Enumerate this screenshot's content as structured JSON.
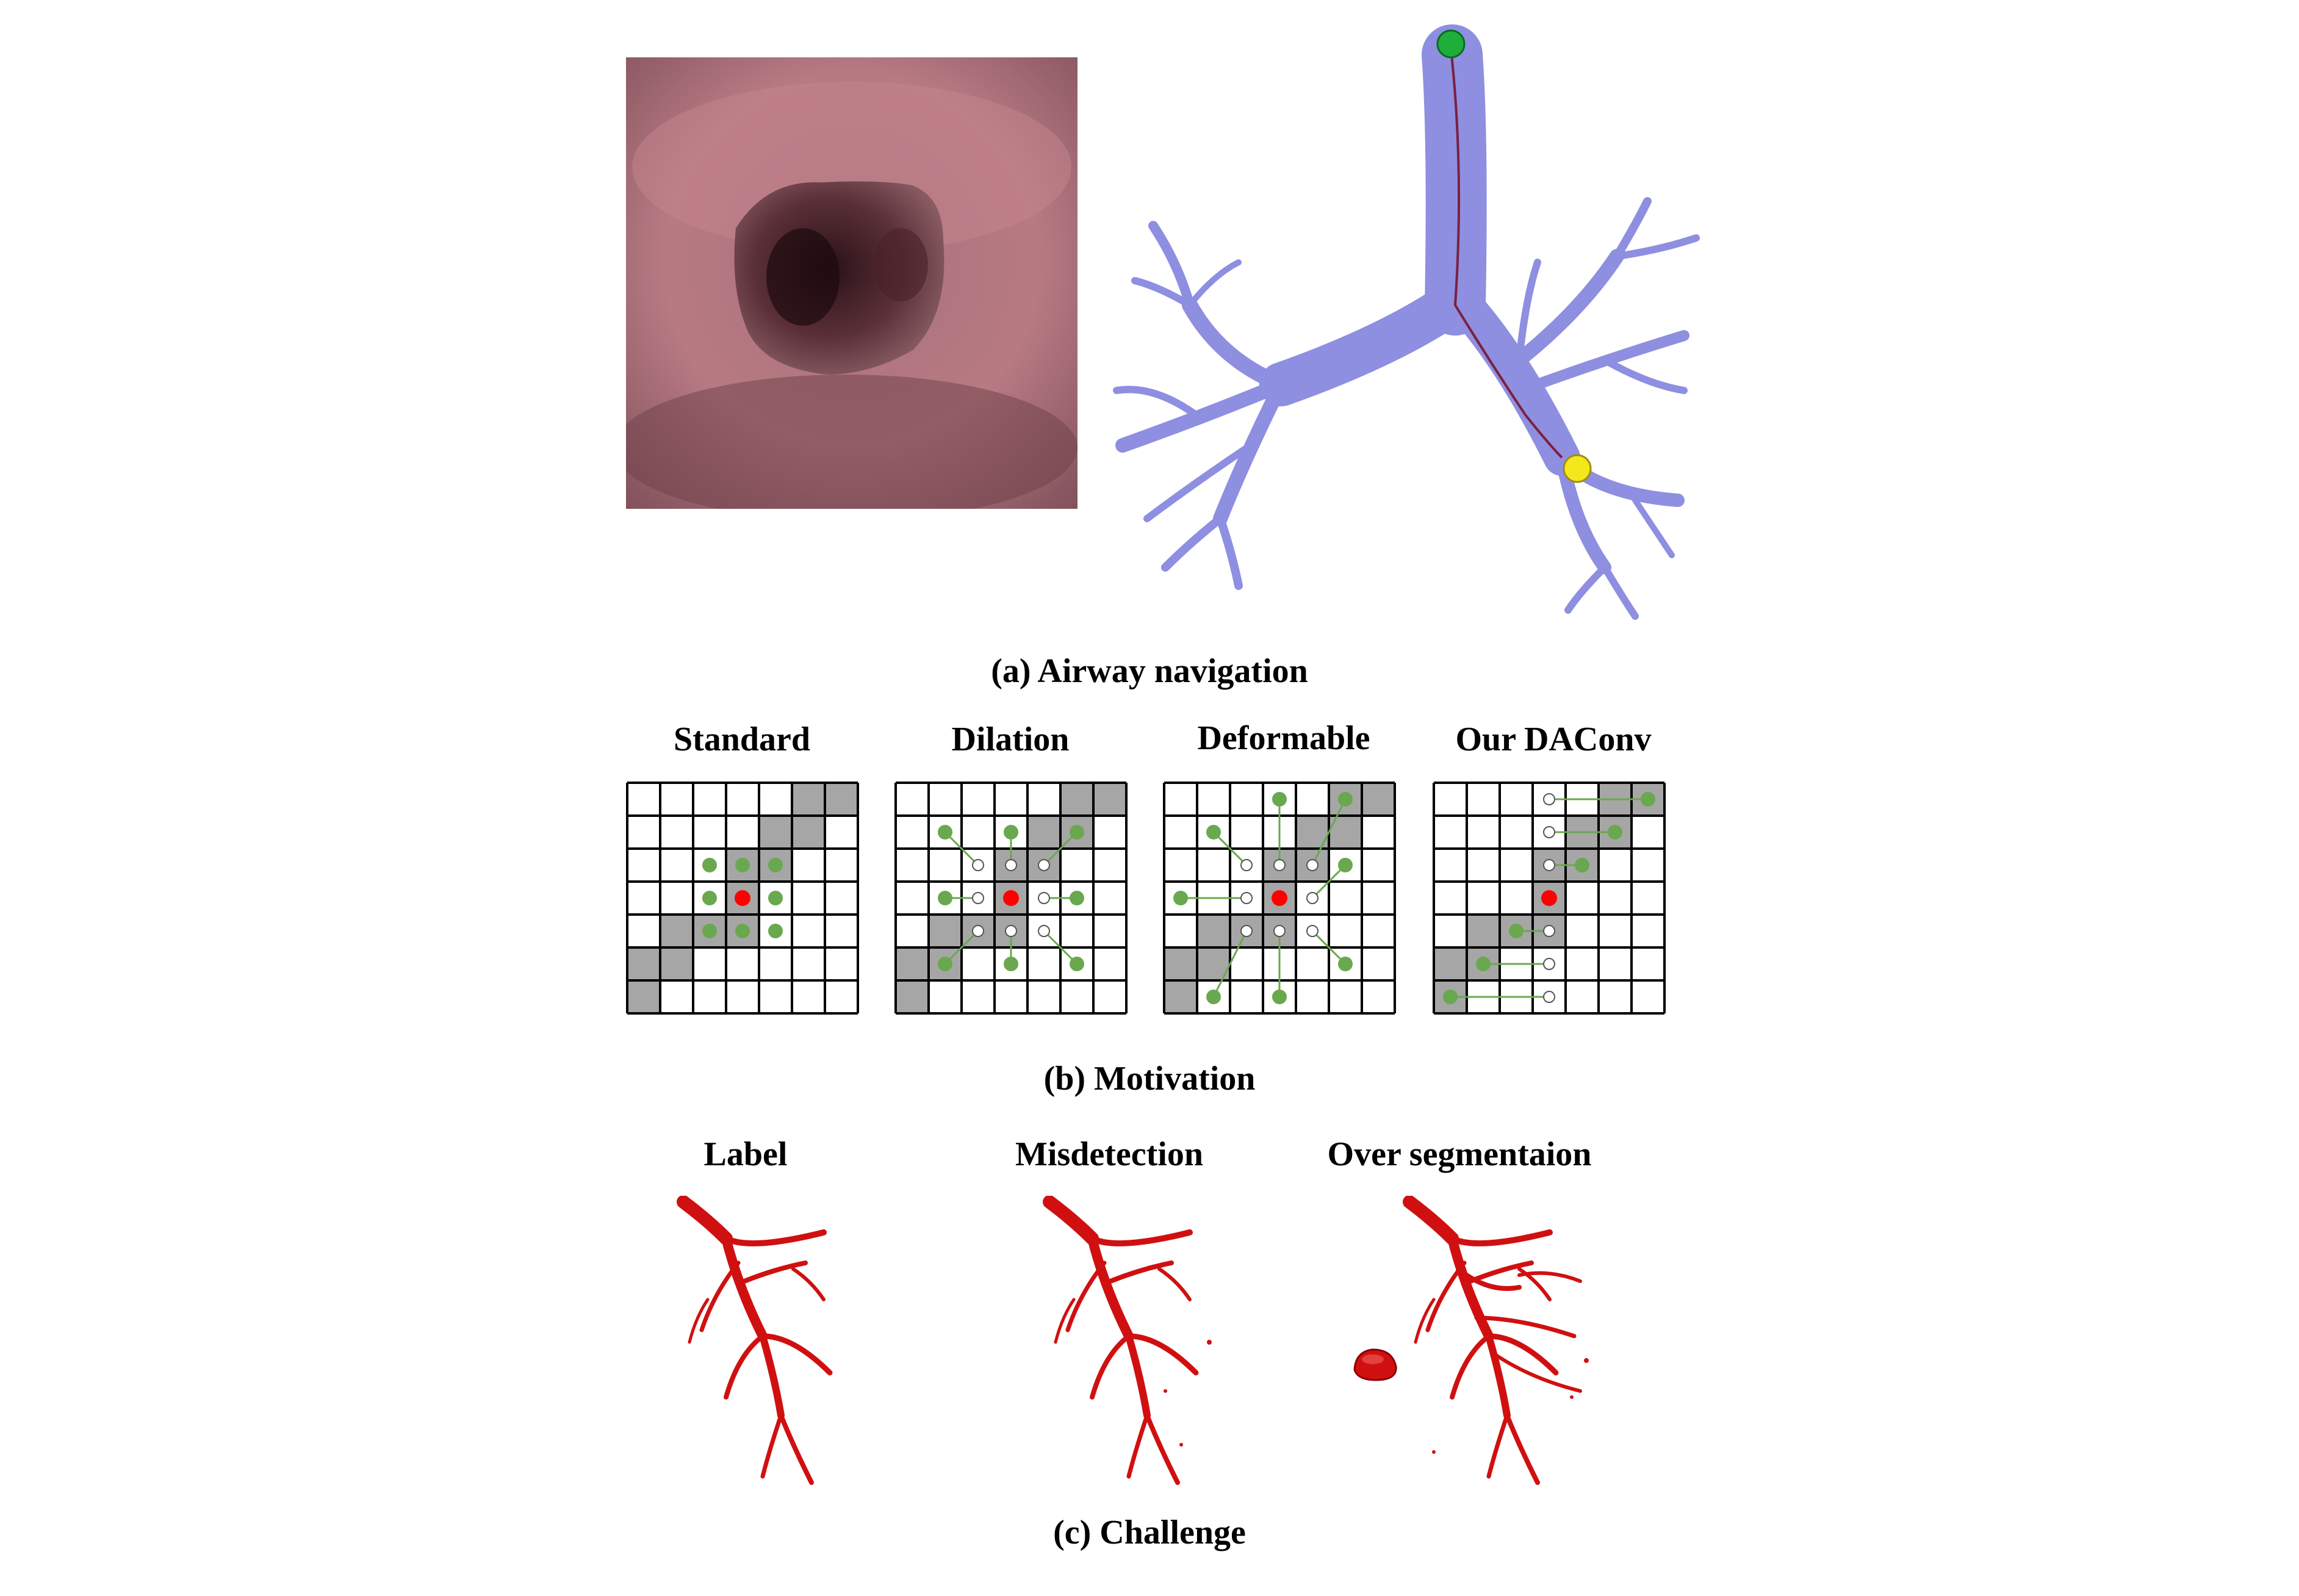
{
  "section_a": {
    "caption": "(a) Airway navigation"
  },
  "section_b": {
    "caption": "(b) Motivation",
    "panels": [
      {
        "title": "Standard"
      },
      {
        "title": "Dilation"
      },
      {
        "title": "Deformable"
      },
      {
        "title": "Our DAConv"
      }
    ]
  },
  "section_c": {
    "caption": "(c) Challenge",
    "panels": [
      {
        "title": "Label"
      },
      {
        "title": "Misdetection"
      },
      {
        "title": "Over segmentaion"
      }
    ]
  },
  "colors": {
    "airway": "#8e8fe0",
    "airway_dark": "#4a4f8f",
    "sample_point": "#6aa84f",
    "center_point": "#ff0000",
    "grid_gray": "#a6a6a6",
    "segmentation": "#d01010",
    "endoscope": "#8b4a58"
  }
}
